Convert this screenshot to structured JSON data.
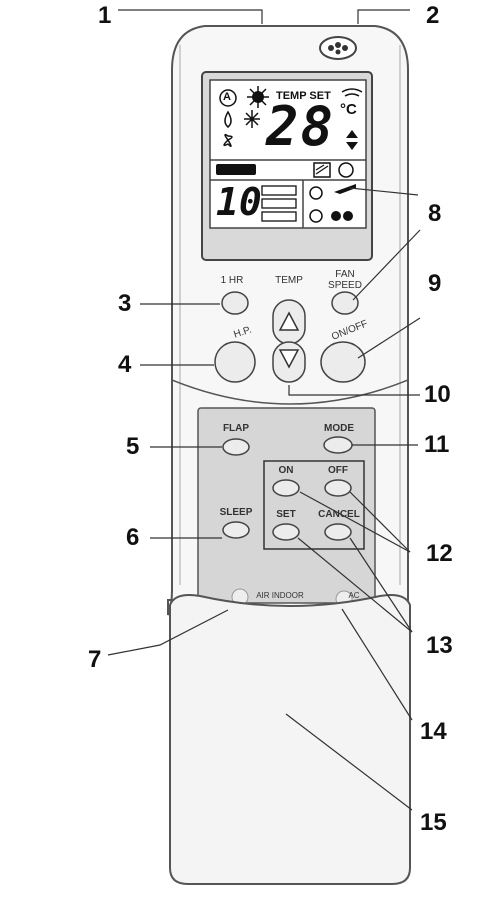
{
  "callouts": [
    "1",
    "2",
    "3",
    "4",
    "5",
    "6",
    "7",
    "8",
    "9",
    "10",
    "11",
    "12",
    "13",
    "14",
    "15"
  ],
  "lcd": {
    "temp_set_label": "TEMP SET",
    "temp_value": "28",
    "temp_unit": "°C",
    "timer_value": "10",
    "auto_label": "A"
  },
  "buttons": {
    "one_hr": "1 HR",
    "temp": "TEMP",
    "fan_speed": "FAN\nSPEED",
    "hp": "H.P.",
    "on_off": "ON/OFF",
    "flap": "FLAP",
    "mode": "MODE",
    "timer_on": "ON",
    "timer_off": "OFF",
    "sleep": "SLEEP",
    "set": "SET",
    "cancel": "CANCEL",
    "air_indoor": "AIR INDOOR",
    "ac": "AC"
  }
}
